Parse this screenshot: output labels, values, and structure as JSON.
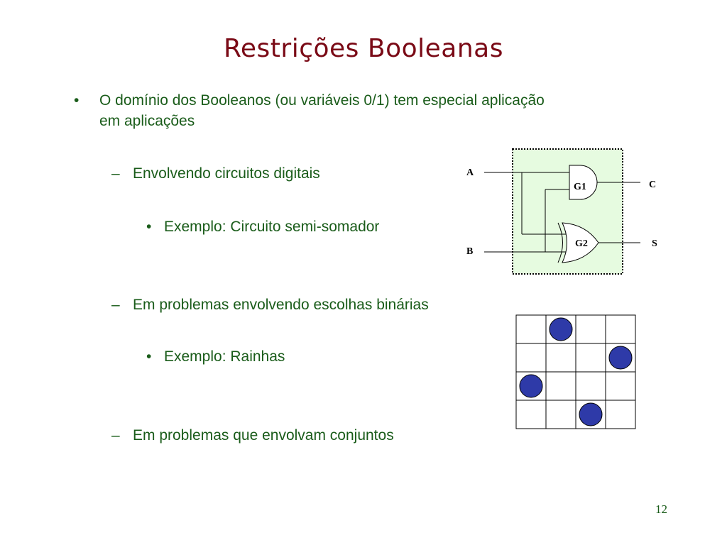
{
  "slide": {
    "title": "Restrições Booleanas",
    "bullet_main_line1": "O domínio dos Booleanos (ou variáveis 0/1) tem especial aplicação",
    "bullet_main_line2": "em aplicações",
    "sub1": "Envolvendo circuitos digitais",
    "sub1_example": "Exemplo: Circuito semi-somador",
    "sub2": "Em problemas envolvendo escolhas binárias",
    "sub2_example": "Exemplo: Rainhas",
    "sub3": "Em problemas que envolvam conjuntos",
    "bullet_symbol": "•",
    "dash_symbol": "–",
    "page_number": "12"
  },
  "circuit": {
    "input_a": "A",
    "input_b": "B",
    "gate1": "G1",
    "gate2": "G2",
    "output_c": "C",
    "output_s": "S",
    "background_color": "#e6fbe0"
  },
  "queens": {
    "rows": 4,
    "cols": 4,
    "queen_columns_by_row": [
      2,
      4,
      1,
      3
    ],
    "queen_color": "#2e3aa8"
  }
}
